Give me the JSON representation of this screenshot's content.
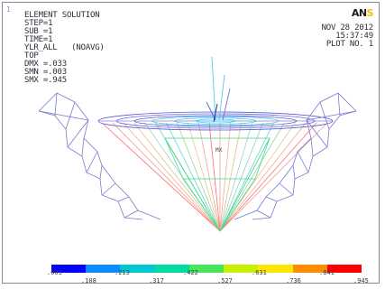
{
  "window_number": "1",
  "header": {
    "title": "ELEMENT SOLUTION",
    "lines": [
      "STEP=1",
      "SUB =1",
      "TIME=1",
      "YLR_ALL   (NOAVG)",
      "TOP",
      "DMX =.033",
      "SMN =.003",
      "SMX =.945"
    ]
  },
  "logo": {
    "main": "AN",
    "accent": "S"
  },
  "date": {
    "date": "NOV 28 2012",
    "time": "15:37:49",
    "plot": "PLOT NO.   1"
  },
  "legend": {
    "upper_ticks": [
      ".003",
      ".213",
      ".422",
      ".631",
      ".841"
    ],
    "lower_ticks": [
      ".108",
      ".317",
      ".527",
      ".736",
      ".945"
    ],
    "colors": [
      "#0000ff",
      "#0a8cff",
      "#00c8d2",
      "#00dca0",
      "#46e65a",
      "#c8f000",
      "#ffe600",
      "#ff8c00",
      "#ff0000"
    ]
  },
  "model_label": "MX"
}
